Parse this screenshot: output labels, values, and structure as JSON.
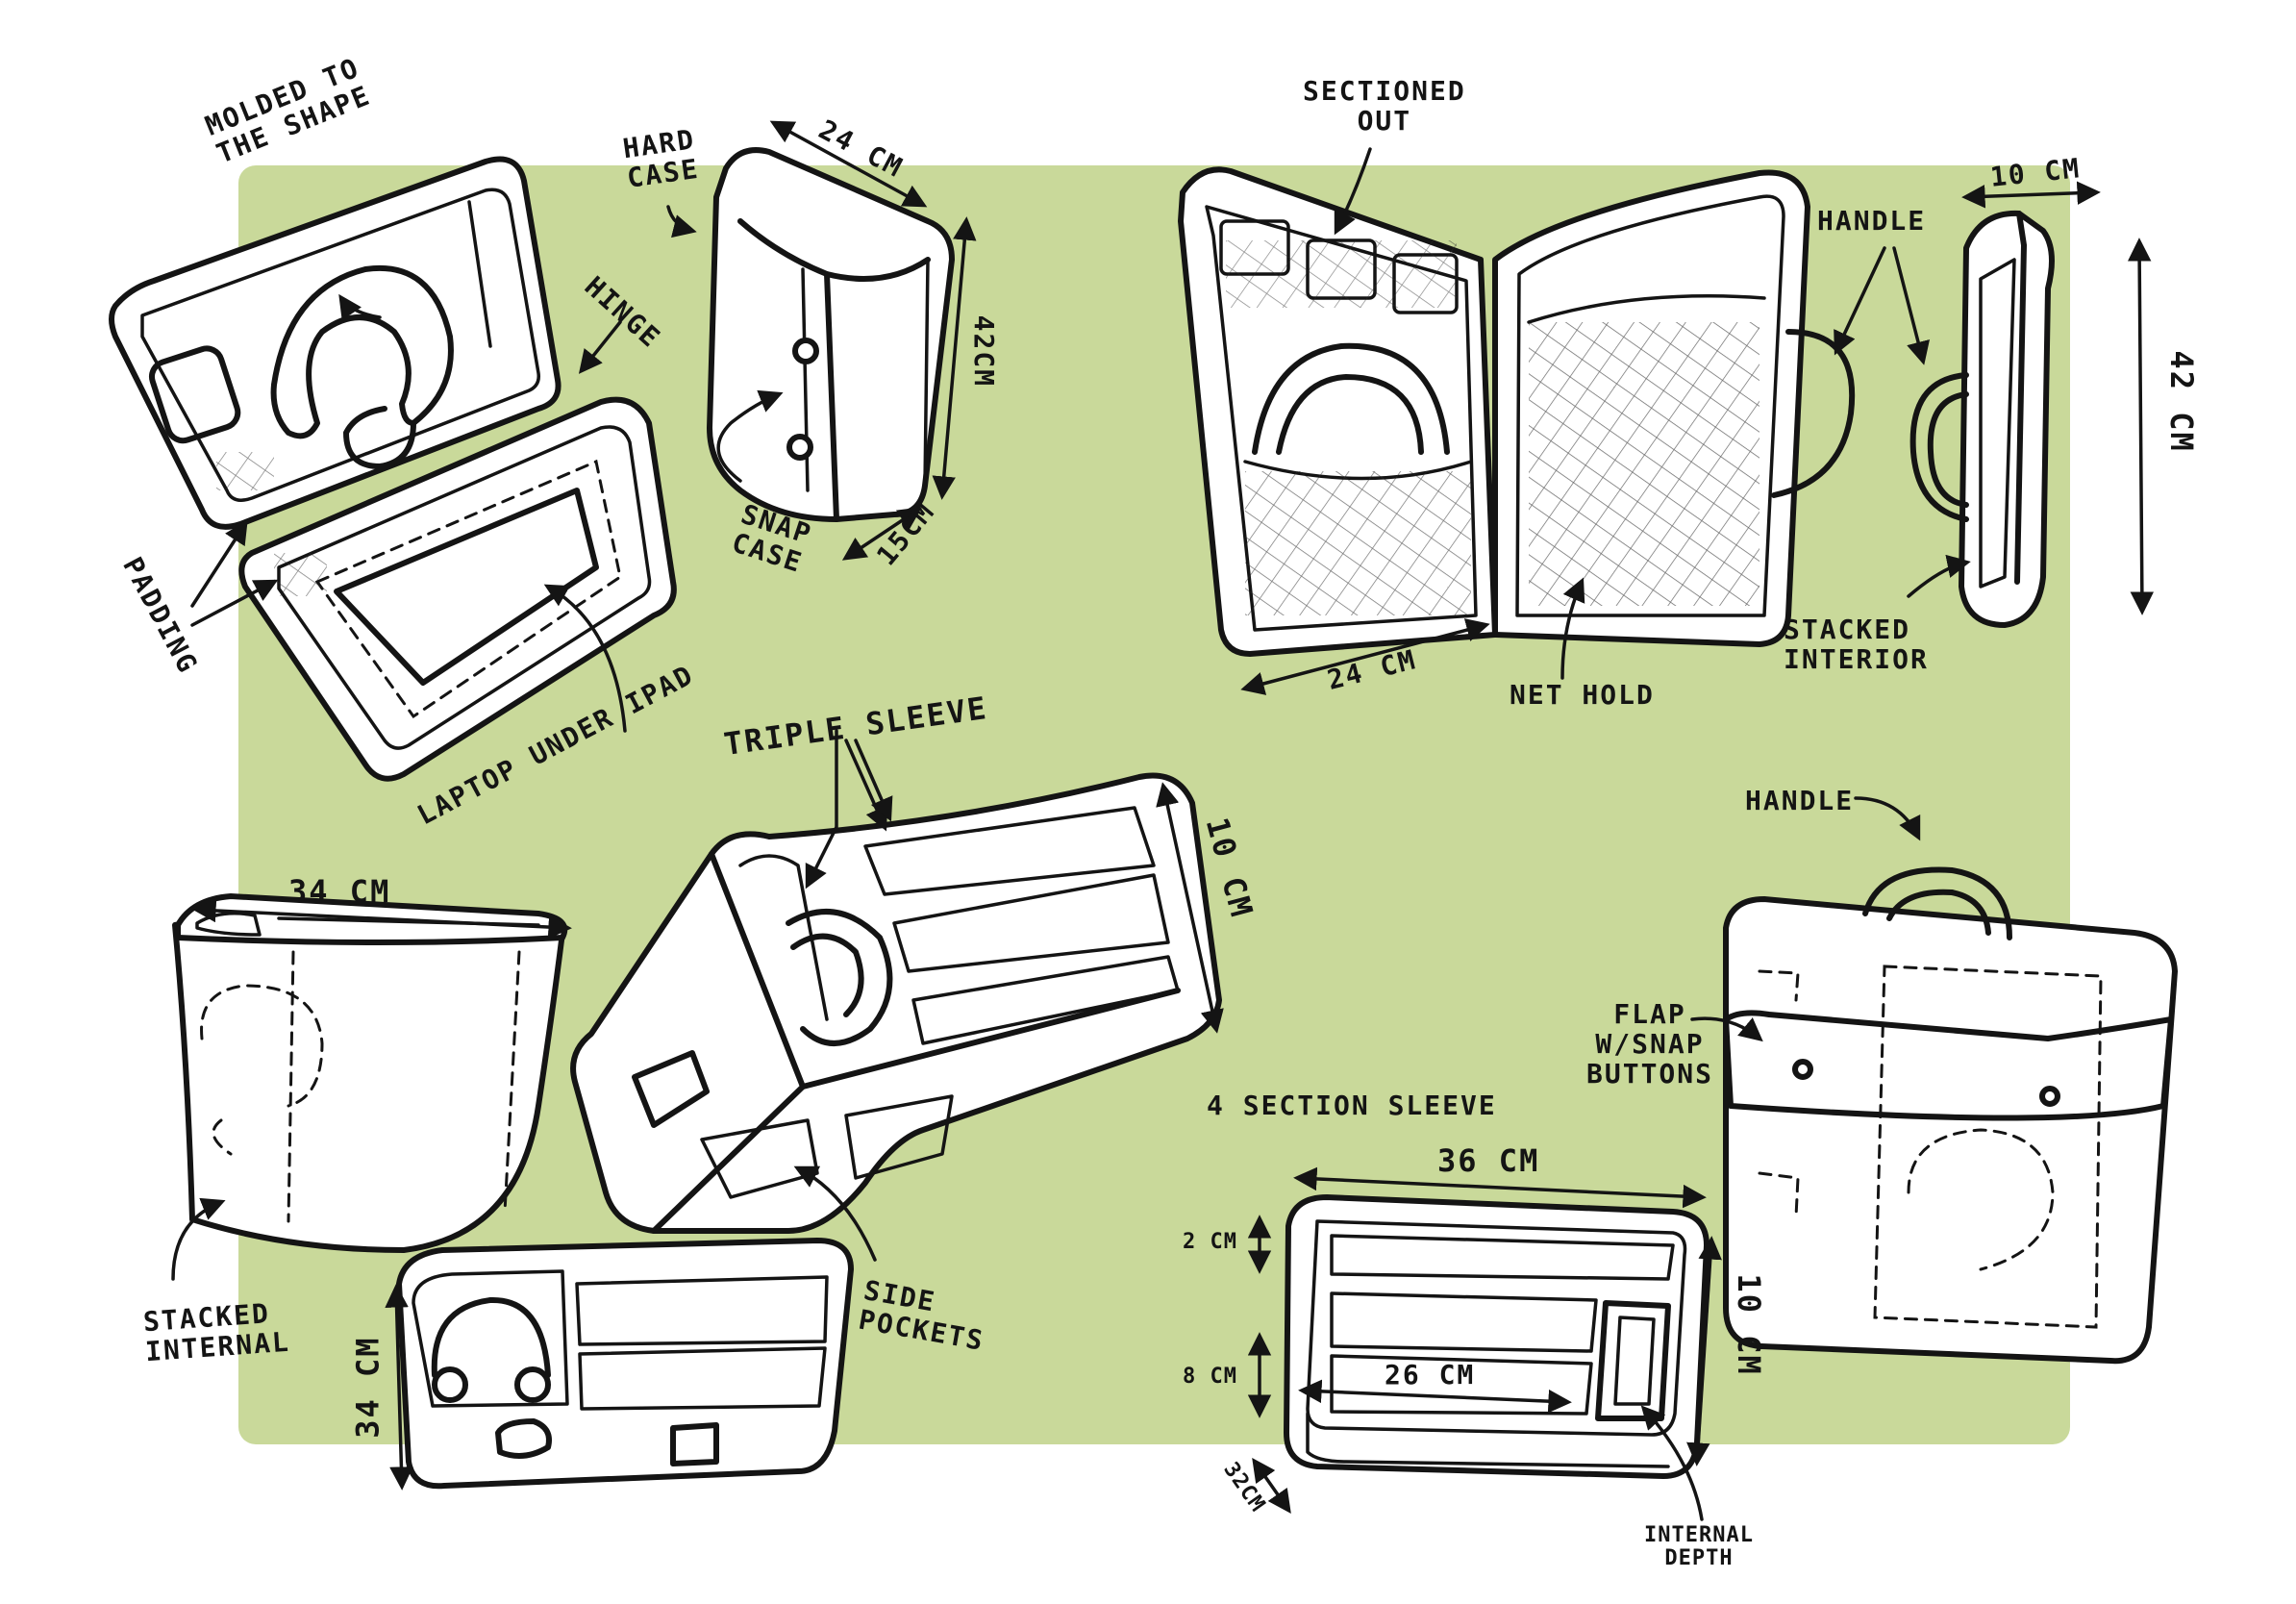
{
  "colors": {
    "background": "#ffffff",
    "panel": "#c9d99a",
    "ink": "#141414",
    "hatch": "#3a3a3a"
  },
  "labels": {
    "molded": "MOLDED TO\nTHE SHAPE",
    "hinge": "HINGE",
    "padding": "PADDING",
    "laptop": "LAPTOP UNDER IPAD",
    "hard_case": "HARD\nCASE",
    "dim_24a": "24 CM",
    "dim_42a": "42CM",
    "dim_15": "15CM",
    "snap_case": "SNAP\nCASE",
    "sectioned": "SECTIONED\nOUT",
    "dim_24b": "24 CM",
    "net_hold": "NET HOLD",
    "handle_a": "HANDLE",
    "dim_10a": "10 CM",
    "dim_42b": "42 CM",
    "stacked_interior": "STACKED\nINTERIOR",
    "triple_sleeve": "TRIPLE SLEEVE",
    "dim_10b": "10 CM",
    "dim_34a": "34 CM",
    "stacked_internal": "STACKED\nINTERNAL",
    "dim_34b": "34 CM",
    "side_pockets": "SIDE\nPOCKETS",
    "handle_b": "HANDLE",
    "flap": "FLAP\nW/SNAP\nBUTTONS",
    "four_section": "4 SECTION SLEEVE",
    "dim_36": "36 CM",
    "dim_2": "2 CM",
    "dim_8": "8 CM",
    "dim_26": "26 CM",
    "dim_32": "32CM",
    "dim_10c": "10 CM",
    "internal_depth": "INTERNAL\nDEPTH"
  }
}
